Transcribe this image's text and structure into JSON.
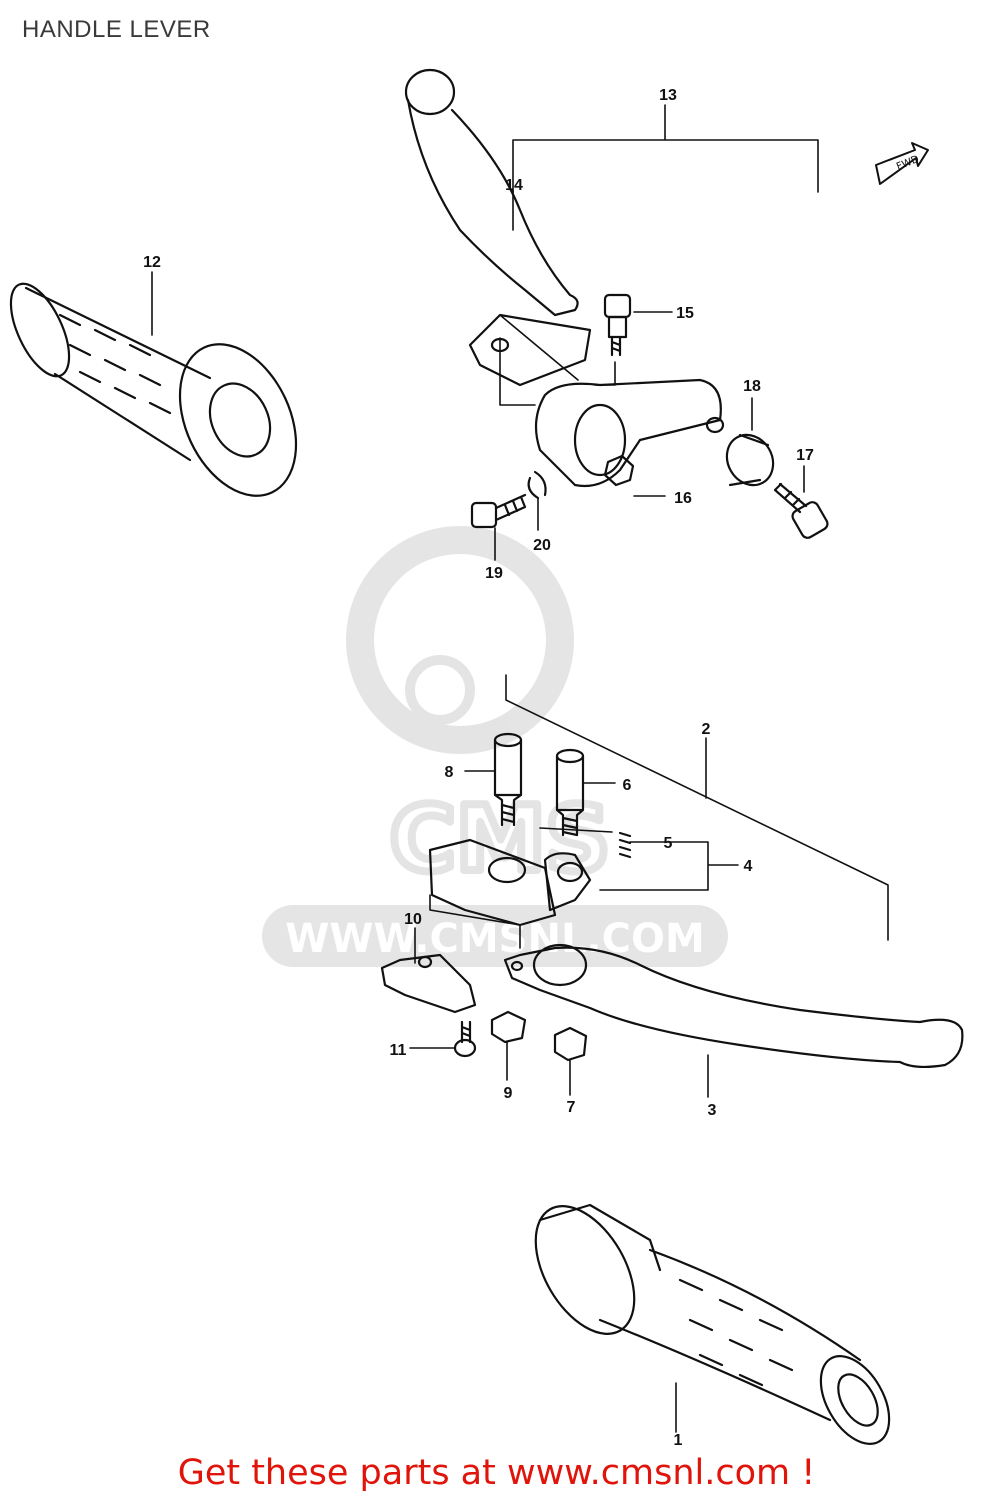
{
  "title": "HANDLE LEVER",
  "footer": {
    "text": "Get these parts at www.cmsnl.com !",
    "color": "#e0140a"
  },
  "watermark": {
    "site": "WWW.CMSNL.COM",
    "logo": "CMS",
    "color": "#c8c8c8"
  },
  "fwd_mark": "FWD",
  "callouts": [
    "1",
    "2",
    "3",
    "4",
    "5",
    "6",
    "7",
    "8",
    "9",
    "10",
    "11",
    "12",
    "13",
    "14",
    "15",
    "16",
    "17",
    "18",
    "19",
    "20"
  ]
}
